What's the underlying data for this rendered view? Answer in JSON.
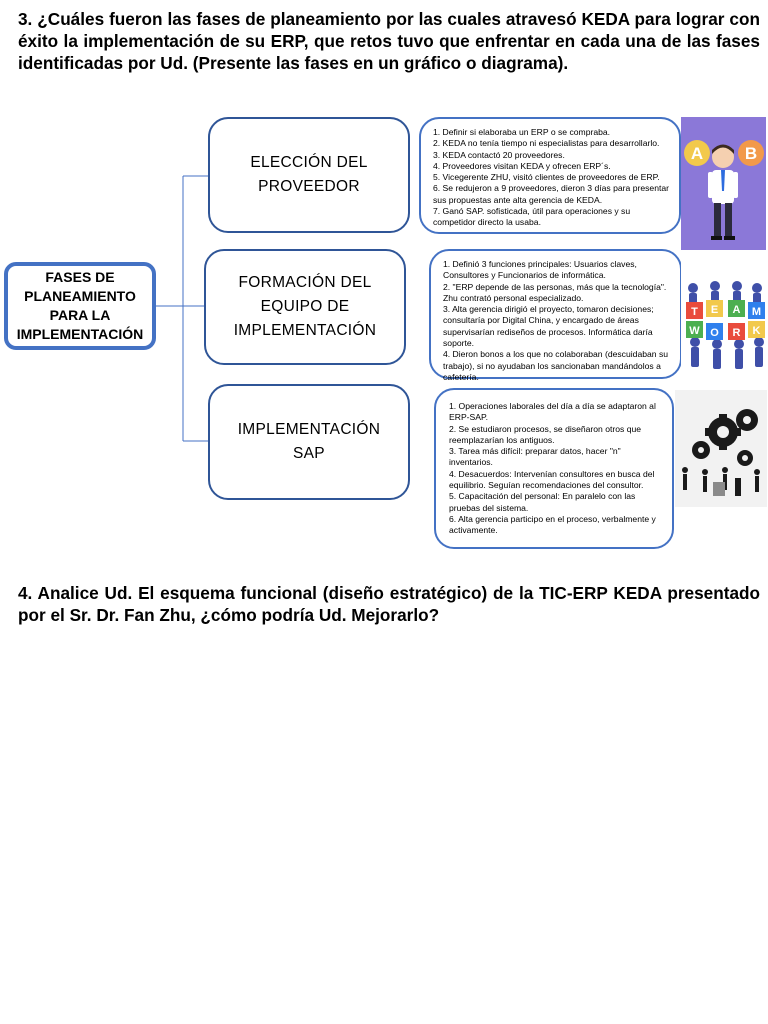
{
  "question3": "3.  ¿Cuáles fueron las fases de planeamiento por las cuales atravesó KEDA para lograr con éxito la implementación de su ERP, que retos tuvo que enfrentar en cada una de las fases identificadas por Ud. (Presente las fases en un gráfico o diagrama).",
  "diagram": {
    "root": "FASES DE PLANEAMIENTO PARA LA IMPLEMENTACIÓN",
    "phases": [
      {
        "title": "ELECCIÓN DEL PROVEEDOR",
        "items": [
          "1. Definir si elaboraba un ERP o se compraba.",
          "2. KEDA no tenía tiempo ni especialistas para desarrollarlo.",
          "3. KEDA contactó 20 proveedores.",
          "4. Proveedores visitan KEDA y ofrecen ERP´s.",
          "5. Vicegerente ZHU, visitó clientes de proveedores de ERP.",
          "6. Se redujeron a 9 proveedores, dieron 3 días para presentar sus propuestas ante alta gerencia de KEDA.",
          "7. Ganó SAP. sofisticada, útil para operaciones y su competidor directo la usaba."
        ],
        "image_icon": "a-b-choice-businessman-icon"
      },
      {
        "title": "FORMACIÓN DEL EQUIPO DE IMPLEMENTACIÓN",
        "items": [
          "1. Definió 3 funciones principales: Usuarios claves, Consultores y Funcionarios de informática.",
          "2. \"ERP depende de las personas, más que la tecnología\". Zhu contrató personal especializado.",
          "3. Alta gerencia dirigió el proyecto, tomaron decisiones; consultaría por Digital China, y encargado de áreas supervisarían rediseños de procesos. Informática daría soporte.",
          "4. Dieron bonos a los que no colaboraban (descuidaban su trabajo), si no ayudaban los sancionaban mandándolos a cafetería."
        ],
        "image_icon": "teamwork-puzzle-icon",
        "image_letters": [
          "T",
          "E",
          "A",
          "M",
          "W",
          "O",
          "R",
          "K"
        ]
      },
      {
        "title": "IMPLEMENTACIÓN SAP",
        "items": [
          "1. Operaciones laborales del día a día se adaptaron al ERP-SAP.",
          "2. Se estudiaron procesos, se diseñaron otros que reemplazarían los antiguos.",
          "3. Tarea más difícil: preparar datos, hacer \"n\" inventarios.",
          "4. Desacuerdos: Intervenían consultores en busca del equilibrio. Seguían recomendaciones del consultor.",
          "5. Capacitación del personal: En paralelo con las pruebas del sistema.",
          "6. Alta gerencia participo en el proceso, verbalmente y activamente."
        ],
        "image_icon": "people-with-gears-icon"
      }
    ],
    "colors": {
      "root_border": "#4472c4",
      "phase_border": "#2f5597",
      "detail_border": "#4472c4",
      "connector": "#4472c4"
    }
  },
  "question4": "4. Analice Ud. El esquema funcional (diseño estratégico) de la TIC-ERP KEDA presentado por el Sr. Dr. Fan Zhu, ¿cómo podría Ud. Mejorarlo?"
}
